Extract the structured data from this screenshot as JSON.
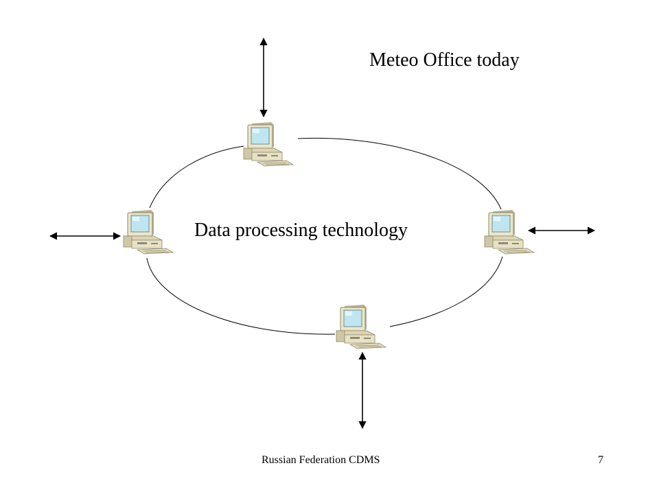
{
  "slide": {
    "title": "Meteo Office today",
    "center_label": "Data processing technology",
    "footer_text": "Russian Federation CDMS",
    "page_number": "7"
  },
  "diagram": {
    "nodes": [
      {
        "name": "workstation-top",
        "icon": "desktop-computer-icon"
      },
      {
        "name": "workstation-left",
        "icon": "desktop-computer-icon"
      },
      {
        "name": "workstation-right",
        "icon": "desktop-computer-icon"
      },
      {
        "name": "workstation-bottom",
        "icon": "desktop-computer-icon"
      }
    ],
    "connection": "ring",
    "external_links": "bidirectional-arrows",
    "colors": {
      "line": "#000000",
      "monitor_body": "#ece6c8",
      "screen": "#bfe6f0",
      "keyboard": "#e6e0c0"
    }
  }
}
